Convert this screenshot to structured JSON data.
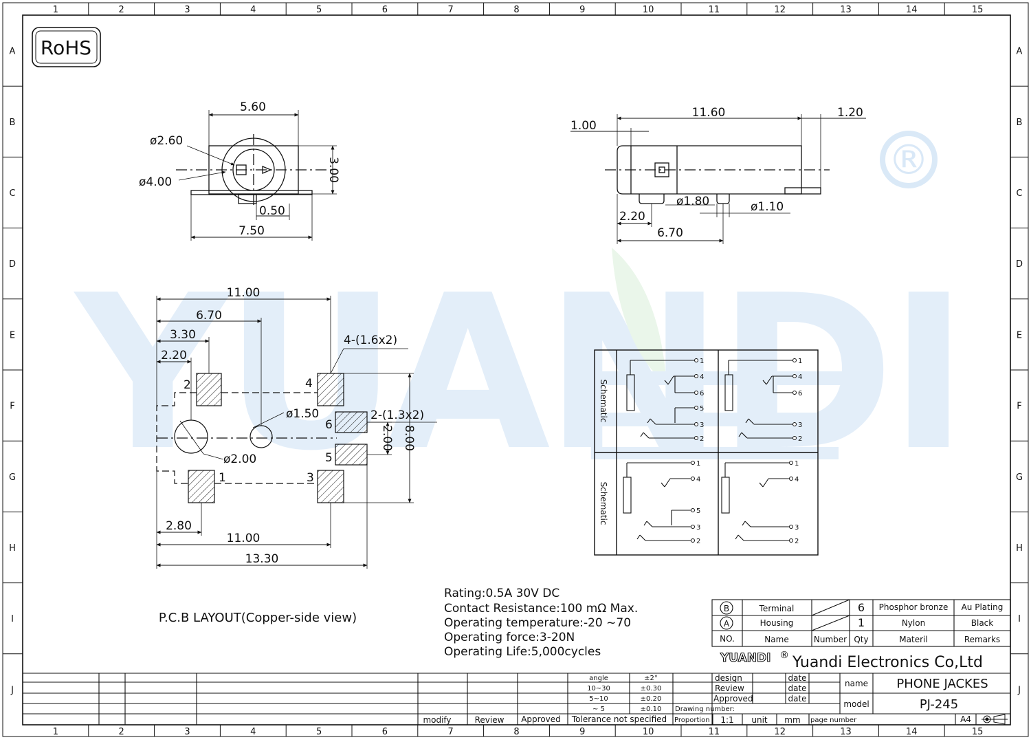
{
  "grid": {
    "cols": [
      "1",
      "2",
      "3",
      "4",
      "5",
      "6",
      "7",
      "8",
      "9",
      "10",
      "11",
      "12",
      "13",
      "14",
      "15"
    ],
    "rows": [
      "A",
      "B",
      "C",
      "D",
      "E",
      "F",
      "G",
      "H",
      "I",
      "J"
    ]
  },
  "badges": {
    "rohs": "RoHS",
    "registered": "®"
  },
  "watermark": {
    "latin": "YUANDI",
    "color": "#6aa6e0",
    "accent": "#8fd08f"
  },
  "front_view": {
    "width_top": "5.60",
    "dia_inner": "ø2.60",
    "dia_outer": "ø4.00",
    "height": "3.00",
    "pin_offset": "0.50",
    "width_bottom": "7.50"
  },
  "side_view": {
    "length": "11.60",
    "tail": "1.20",
    "front": "1.00",
    "dia_post_a": "ø1.80",
    "dia_post_b": "ø1.10",
    "post_offset": "2.20",
    "post_spacing": "6.70"
  },
  "pcb": {
    "span_top": "11.00",
    "span_mid": "6.70",
    "span_a": "3.30",
    "span_b": "2.20",
    "pad_note_a": "4-(1.6x2)",
    "pad_note_b": "2-(1.3x2)",
    "hole_small": "ø1.50",
    "hole_big": "ø2.00",
    "gap": "2.00",
    "height": "8.00",
    "left_off": "2.80",
    "span_bottom": "11.00",
    "overall": "13.30",
    "pins": [
      "1",
      "2",
      "3",
      "4",
      "5",
      "6"
    ],
    "caption": "P.C.B LAYOUT(Copper-side view)"
  },
  "schematic": {
    "label": "Schematic",
    "pins": [
      "1",
      "2",
      "3",
      "4",
      "5",
      "6"
    ]
  },
  "specs": [
    "Rating:0.5A 30V DC",
    "Contact Resistance:100 mΩ Max.",
    "Operating temperature:-20  ~70",
    "Operating force:3-20N",
    "Operating Life:5,000cycles"
  ],
  "bom": {
    "rows": [
      {
        "mark": "B",
        "name": "Terminal",
        "qty": "6",
        "material": "Phosphor bronze",
        "remarks": "Au Plating"
      },
      {
        "mark": "A",
        "name": "Housing",
        "qty": "1",
        "material": "Nylon",
        "remarks": "Black"
      }
    ],
    "header": {
      "no": "NO.",
      "name": "Name",
      "number": "Number",
      "qty": "Qty",
      "material": "Materil",
      "remarks": "Remarks"
    }
  },
  "company": {
    "logo": "YUANDI",
    "name": "Yuandi Electronics Co,Ltd"
  },
  "title_block": {
    "design": "design",
    "review": "Review",
    "approved": "Approved",
    "date": "date",
    "name_label": "name",
    "name_value": "PHONE JACKES",
    "model_label": "model",
    "model_value": "PJ-245",
    "drawing_number": "Drawing number:",
    "proportion": "Proportion",
    "ratio": "1:1",
    "unit": "unit",
    "mm": "mm",
    "page_number": "page number",
    "paper": "A4"
  },
  "tolerance": {
    "rows": [
      {
        "range": "angle",
        "value": "±2°"
      },
      {
        "range": "10~30",
        "value": "±0.30"
      },
      {
        "range": "5~10",
        "value": "±0.20"
      },
      {
        "range": "~ 5",
        "value": "±0.10"
      }
    ],
    "footer": "Tolerance not specified"
  },
  "revision": {
    "modify": "modify",
    "review": "Review",
    "approved": "Approved"
  }
}
